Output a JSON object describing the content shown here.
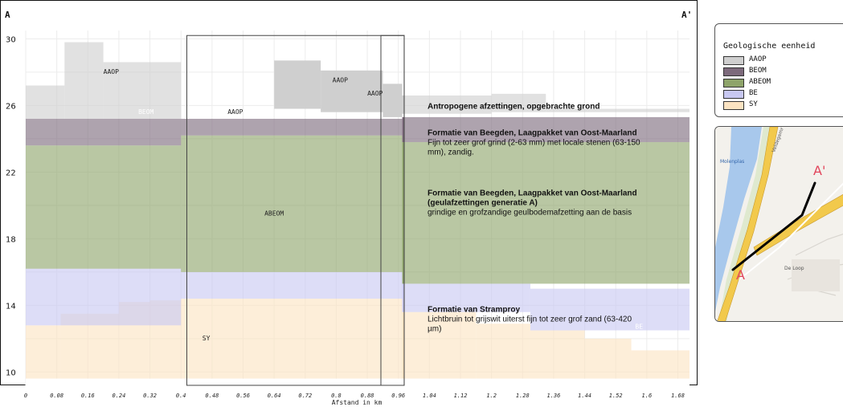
{
  "chart_data": {
    "type": "area",
    "xlabel": "Afstand in km",
    "ylim": [
      9.2,
      30.5
    ],
    "xlim": [
      0,
      1.71
    ],
    "grid": true,
    "y_ticks": [
      10,
      14,
      18,
      22,
      26,
      30
    ],
    "x_ticks": [
      0,
      0.08,
      0.16,
      0.24,
      0.32,
      0.4,
      0.48,
      0.56,
      0.64,
      0.72,
      0.8,
      0.88,
      0.96,
      1.04,
      1.12,
      1.2,
      1.28,
      1.36,
      1.44,
      1.52,
      1.6,
      1.68
    ],
    "x_tick_labels": [
      "0",
      "0.08",
      "0.16",
      "0.24",
      "0.32",
      "0.4",
      "0.48",
      "0.56",
      "0.64",
      "0.72",
      "0.8",
      "0.88",
      "0.96",
      "1.04",
      "1.12",
      "1.2",
      "1.28",
      "1.36",
      "1.44",
      "1.52",
      "1.6",
      "1.68"
    ],
    "endpoint_left": "A",
    "endpoint_right": "A'",
    "series": [
      {
        "name": "SY",
        "color": "#fbe3c2",
        "x": [
          0,
          0.09,
          0.24,
          0.32,
          0.4,
          0.97,
          1.16,
          1.3,
          1.44,
          1.56,
          1.71
        ],
        "bottom": [
          9.6,
          9.6,
          9.6,
          9.6,
          9.6,
          9.6,
          9.6,
          9.6,
          9.6,
          9.6,
          9.6
        ],
        "top": [
          12.8,
          13.5,
          14.2,
          14.3,
          14.4,
          13.6,
          12.9,
          12.5,
          12.0,
          11.3,
          10.8
        ]
      },
      {
        "name": "BE",
        "color": "#c8c8f2",
        "x": [
          0,
          0.4,
          0.97,
          1.3,
          1.71
        ],
        "bottom": [
          12.8,
          14.4,
          13.6,
          12.5,
          10.8
        ],
        "top": [
          16.2,
          16.0,
          15.3,
          15.0,
          14.9
        ]
      },
      {
        "name": "ABEOM",
        "color": "#8ea46a",
        "x": [
          0,
          0.4,
          0.97,
          1.71
        ],
        "bottom": [
          16.2,
          16.0,
          15.3,
          14.9
        ],
        "top": [
          23.6,
          24.2,
          23.8,
          23.8
        ]
      },
      {
        "name": "BEOM",
        "color": "#7d6a7c",
        "x": [
          0,
          0.4,
          0.97,
          1.71
        ],
        "bottom": [
          23.6,
          24.2,
          23.8,
          23.8
        ],
        "top": [
          25.2,
          25.2,
          25.3,
          25.7
        ]
      },
      {
        "name": "AAOP",
        "color": "#cfcfcf",
        "x": [
          0,
          0.1,
          0.2,
          0.4,
          0.64,
          0.76,
          0.92,
          0.97,
          1.2,
          1.34
        ],
        "bottom": [
          25.2,
          25.2,
          25.2,
          25.2,
          25.8,
          25.6,
          25.3,
          25.5,
          25.6,
          25.6
        ],
        "top": [
          27.2,
          29.8,
          28.6,
          24.3,
          28.7,
          28.1,
          27.3,
          26.6,
          26.7,
          25.8
        ]
      }
    ],
    "unit_labels": [
      {
        "text": "AAOP",
        "x": 0.22,
        "y": 27.9
      },
      {
        "text": "BEOM",
        "x": 0.31,
        "y": 25.5
      },
      {
        "text": "AAOP",
        "x": 0.54,
        "y": 25.5
      },
      {
        "text": "AAOP",
        "x": 0.81,
        "y": 27.4
      },
      {
        "text": "AAOP",
        "x": 0.9,
        "y": 26.6
      },
      {
        "text": "ABEOM",
        "x": 0.64,
        "y": 19.4
      },
      {
        "text": "SY",
        "x": 0.465,
        "y": 11.9
      },
      {
        "text": "BE",
        "x": 1.58,
        "y": 12.6
      }
    ],
    "descriptions": [
      {
        "title": [
          "Antropogene afzettingen, opgebrachte grond"
        ],
        "body": [],
        "y": 25.8
      },
      {
        "title": [
          "Formatie van Beegden, Laagpakket van Oost-Maarland"
        ],
        "body": [
          "Fijn tot zeer grof grind (2-63 mm) met locale stenen (63-150",
          "mm), zandig."
        ],
        "y": 24.2
      },
      {
        "title": [
          "Formatie van Beegden, Laagpakket van Oost-Maarland",
          "(geulafzettingen generatie A)"
        ],
        "body": [
          "grindige en grofzandige geulbodemafzetting aan de basis"
        ],
        "y": 20.6
      },
      {
        "title": [
          "Formatie van Stramproy"
        ],
        "body": [
          "Lichtbruin tot grijswit uiterst fijn tot zeer grof zand (63-420",
          "µm)"
        ],
        "y": 13.6
      }
    ],
    "selection_boxes": [
      {
        "x0": 0.415,
        "x1": 0.975,
        "y0": 9.2,
        "y1": 30.2
      },
      {
        "x0": 0.915,
        "x1": 0.975,
        "y0": 9.2,
        "y1": 30.2
      }
    ]
  },
  "legend": {
    "title": "Geologische eenheid",
    "items": [
      {
        "label": "AAOP",
        "color": "#cfcfcf"
      },
      {
        "label": "BEOM",
        "color": "#7d6a7c"
      },
      {
        "label": "ABEOM",
        "color": "#8ea46a"
      },
      {
        "label": "BE",
        "color": "#c8c8f2"
      },
      {
        "label": "SY",
        "color": "#fbe3c2"
      }
    ]
  },
  "map": {
    "place_labels": [
      "Molenplas",
      "De Loop"
    ],
    "road_label": "Veldegemr",
    "endpoint_start": "A",
    "endpoint_end": "A'",
    "water_color": "#a8c8ec",
    "road_color": "#f2c94c"
  }
}
